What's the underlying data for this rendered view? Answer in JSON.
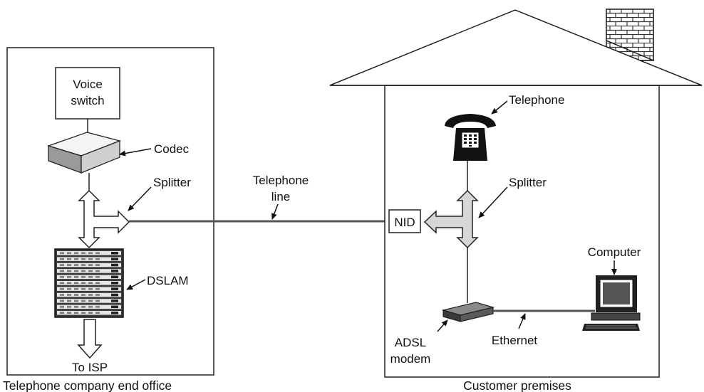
{
  "office": {
    "caption": "Telephone company end office",
    "voice_switch": [
      "Voice",
      "switch"
    ],
    "codec": "Codec",
    "splitter": "Splitter",
    "dslam": "DSLAM",
    "to_isp": "To ISP"
  },
  "line": {
    "label": [
      "Telephone",
      "line"
    ]
  },
  "premises": {
    "caption": "Customer premises",
    "telephone": "Telephone",
    "splitter": "Splitter",
    "nid": "NID",
    "computer": "Computer",
    "adsl_modem": [
      "ADSL",
      "modem"
    ],
    "ethernet": "Ethernet"
  }
}
